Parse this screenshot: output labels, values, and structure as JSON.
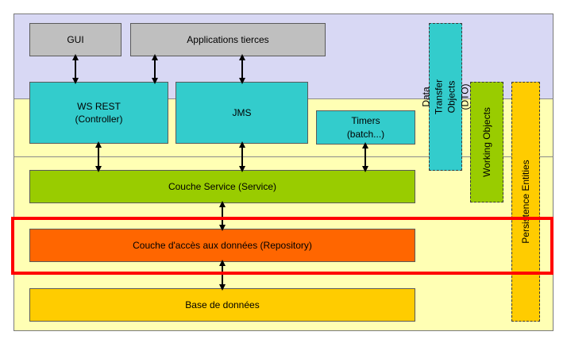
{
  "diagram": {
    "boxes": {
      "gui": "GUI",
      "apps": "Applications tierces",
      "ws_rest": "WS REST\n(Controller)",
      "jms": "JMS",
      "timers": "Timers\n(batch...)",
      "service": "Couche Service (Service)",
      "repository": "Couche d'accès aux données (Repository)",
      "database": "Base de données"
    },
    "vertical": {
      "dto": "Data Transfer Objects\n(DTO)",
      "working": "Working Objects",
      "persistence": "Persistence Entities"
    },
    "colors": {
      "lavender": "#d8d8f4",
      "pale_yellow": "#ffffb4",
      "gray": "#bfbfbf",
      "teal": "#33cccc",
      "green": "#99cc00",
      "orange": "#ff6600",
      "gold": "#ffcc00",
      "highlight": "#ff0000"
    }
  }
}
